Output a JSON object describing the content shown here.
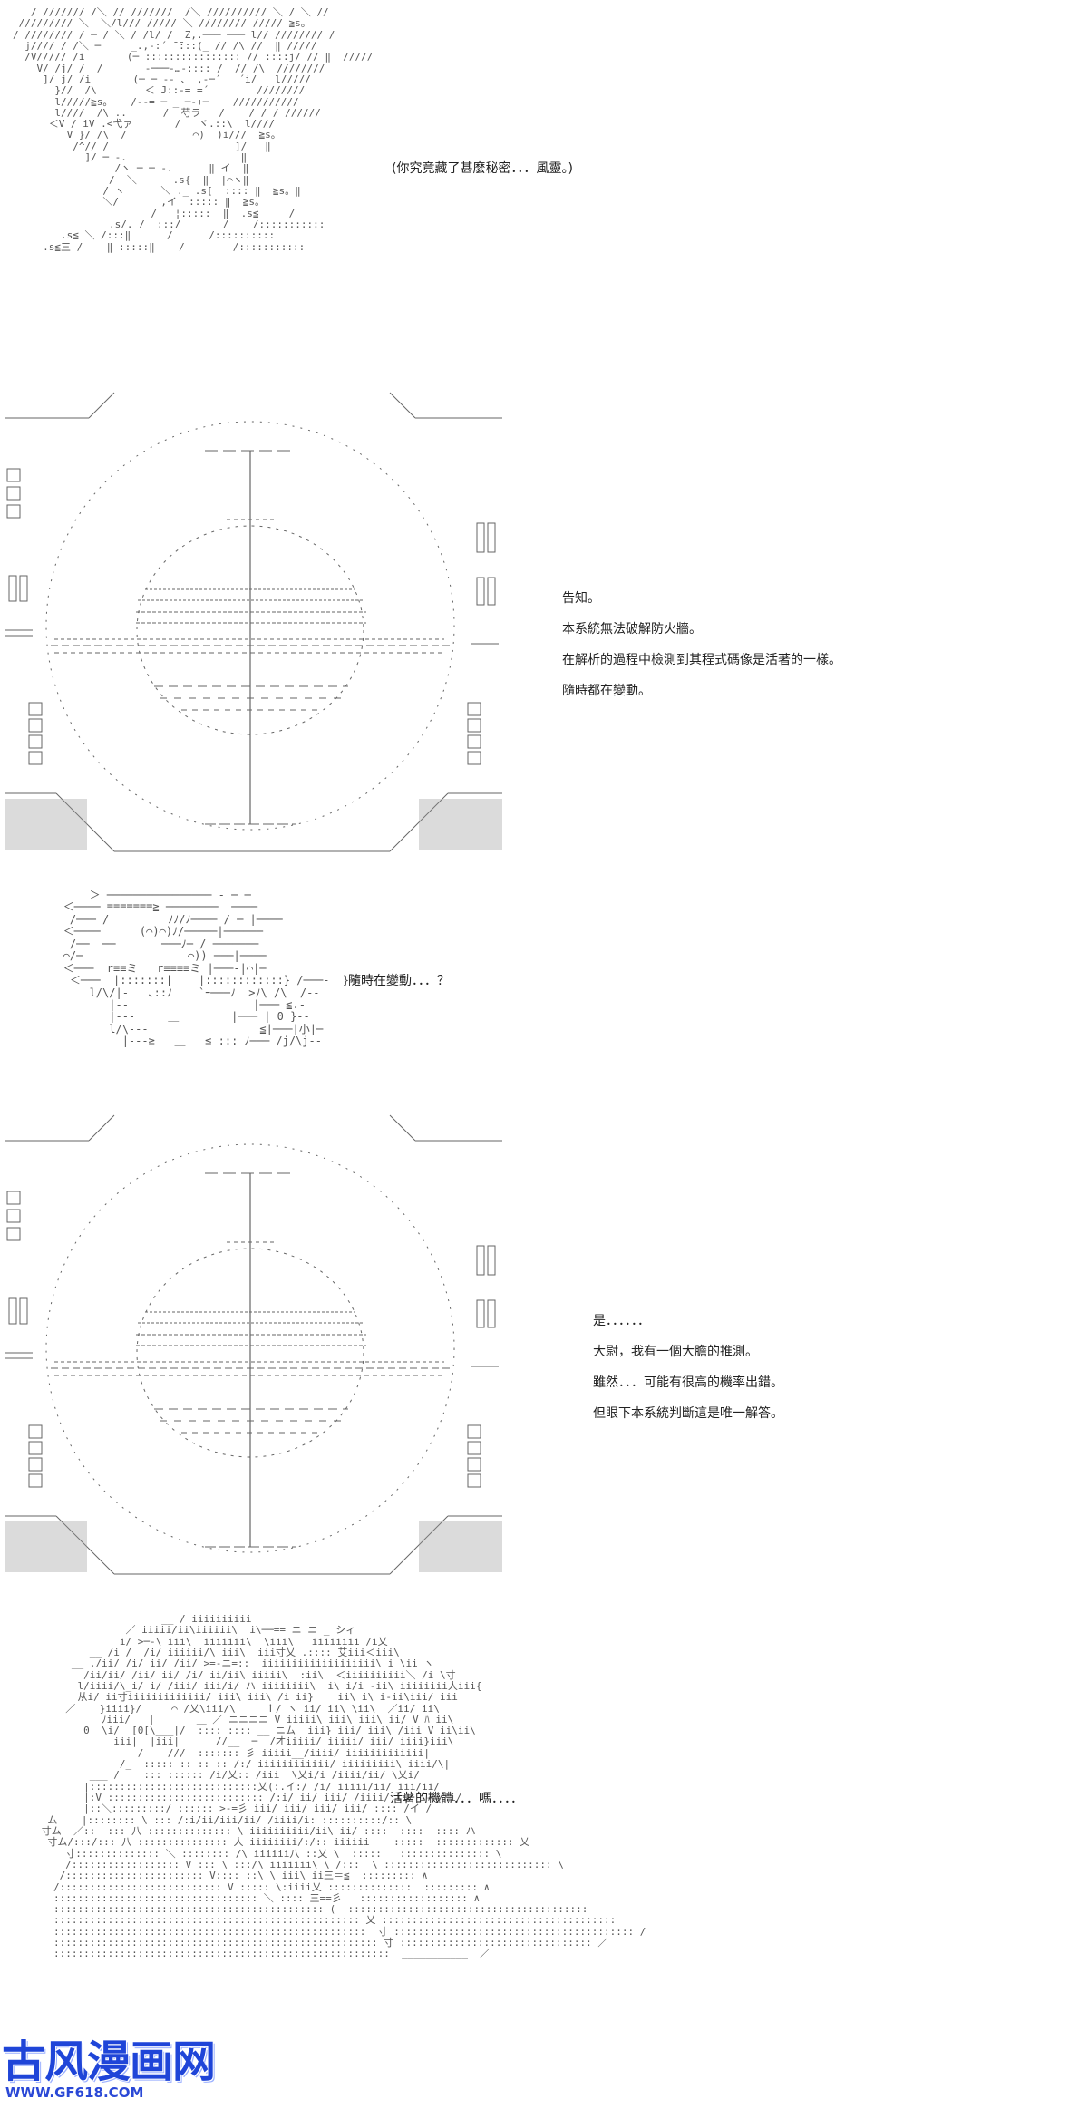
{
  "panels": [
    {
      "caption": "(你究竟藏了甚麽秘密．．．風靈。)"
    },
    {
      "lines": [
        "告知。",
        "本系統無法破解防火牆。",
        "在解析的過程中檢測到其程式碼像是活著的一樣。",
        "隨時都在變動。"
      ]
    },
    {
      "caption": "隨時在變動．．．？"
    },
    {
      "lines": [
        "是．．．．．．",
        "大尉，我有一個大膽的推測。",
        "雖然．．．可能有很高的機率出錯。",
        "但眼下本系統判斷這是唯一解答。"
      ]
    },
    {
      "caption": "活著的機體．．．嗎．．．．"
    }
  ],
  "watermark": {
    "title": "古风漫画网",
    "url": "WWW.GF618.COM",
    "color": "#1f45d8"
  }
}
